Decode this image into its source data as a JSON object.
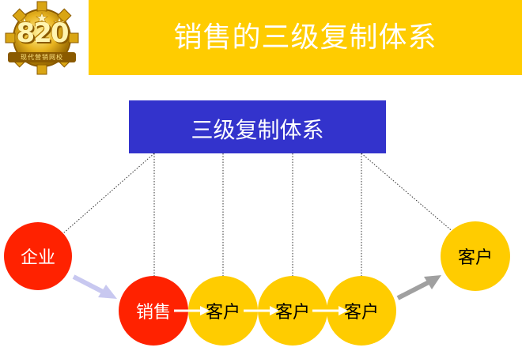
{
  "header": {
    "title": "销售的三级复制体系"
  },
  "logo": {
    "number": "820",
    "caption": "现代营销网校"
  },
  "system_box": {
    "label": "三级复制体系"
  },
  "nodes": {
    "enterprise": "企业",
    "sales": "销售",
    "customer_1": "客户",
    "customer_2": "客户",
    "customer_3": "客户",
    "customer_4": "客户"
  },
  "colors": {
    "header": "#FFCC00",
    "box": "#3333CC",
    "red_node": "#FF2200",
    "yellow_node": "#FFCC00"
  }
}
